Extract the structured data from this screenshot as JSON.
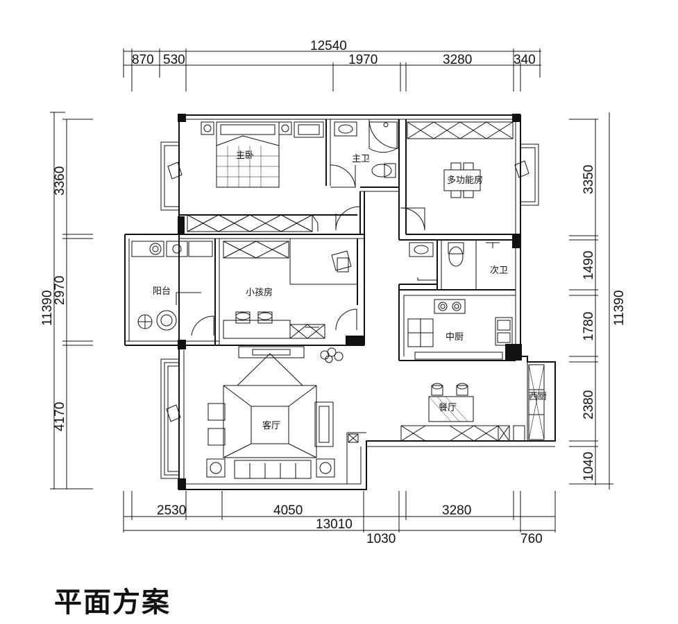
{
  "title": "平面方案",
  "rooms": {
    "master_bedroom": "主卧",
    "master_bath": "主卫",
    "multi_room": "多功能房",
    "balcony": "阳台",
    "kids_room": "小孩房",
    "second_bath": "次卫",
    "kitchen": "中厨",
    "living": "客厅",
    "dining": "餐厅",
    "west_kitchen": "西厨"
  },
  "dimensions": {
    "top_total": "12540",
    "top_1": "870",
    "top_2": "530",
    "top_3": "1970",
    "top_4": "3280",
    "top_5": "340",
    "left_total": "11390",
    "left_1": "3360",
    "left_2": "2970",
    "left_3": "4170",
    "right_total": "11390",
    "right_1": "3350",
    "right_2": "1490",
    "right_3": "1780",
    "right_4": "2380",
    "right_5": "1040",
    "bottom_1": "2530",
    "bottom_2": "4050",
    "bottom_3": "3280",
    "bottom_total": "13010",
    "bottom_4": "1030",
    "bottom_5": "760"
  },
  "colors": {
    "ink": "#111111",
    "paper": "#ffffff"
  }
}
